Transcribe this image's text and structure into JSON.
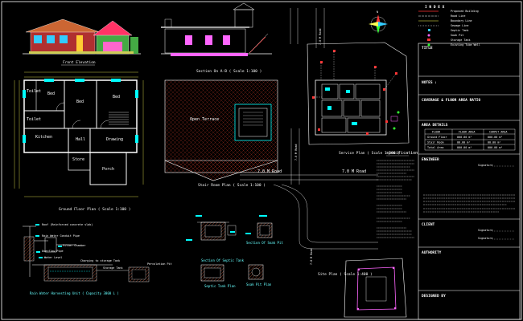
{
  "drawings": {
    "front_elevation": "Front Elevation",
    "section_ab": "Section On A-B ( Scale 1:100 )",
    "ground_floor_plan": "Ground Floor Plan ( Scale 1:100 )",
    "stair_room_plan": "Stair Room Plan ( Scale 1:100 )",
    "service_plan": "Service Plan ( Scale 1:200 )",
    "site_plan": "Site Plan ( Scale 1:400 )",
    "rain_water": "Rain Water Harvesting Unit ( Capacity 3000 L )",
    "septic_tank": "Section Of Septic Tank",
    "septic_tank_plan": "Septic Tank Plan",
    "soak_pit": "Section Of Soak Pit",
    "soak_pit_plan": "Soak Pit Plan",
    "open_terrace": "Open Terrace",
    "road_1": "7.0 M Road",
    "road_2": "7.0 M Road",
    "specification": "specification",
    "index": "I N D E X",
    "legend": [
      "Proposed Building",
      "Road Line",
      "Boundary Line",
      "Sewage Line",
      "Septic Tank",
      "Soak Pit",
      "Storage Tank",
      "Existing Tube Well"
    ],
    "rooms": [
      {
        "id": "bed1",
        "label": "Bed"
      },
      {
        "id": "bed2",
        "label": "Bed"
      },
      {
        "id": "bed3",
        "label": "Bed"
      },
      {
        "id": "kitchen",
        "label": "Kitchen"
      },
      {
        "id": "hall",
        "label": "Hall"
      },
      {
        "id": "drawing",
        "label": "Drawing"
      },
      {
        "id": "porch",
        "label": "Porch"
      },
      {
        "id": "toilet1",
        "label": "Toilet"
      },
      {
        "id": "toilet2",
        "label": "Toilet"
      },
      {
        "id": "store",
        "label": "Store"
      }
    ],
    "rain_labels": [
      "Roof (Reinforced concrete slab)",
      "Rain Water Conduit Pipe",
      "Filter Chamber",
      "Overflow Pipe",
      "Water Level",
      "Charging to storage Tank",
      "Storage Tank",
      "Percolation Pit"
    ]
  },
  "sidebar": {
    "index_title": "I N D E X",
    "title_heading": "TITLE",
    "notes_heading": "NOTES :",
    "coverage_heading": "COVERAGE & FLOOR AREA RATIO",
    "area_details_heading": "AREA DETAILS",
    "area_table": {
      "headers": [
        "FLOOR",
        "FLOOR AREA",
        "CARPET AREA"
      ],
      "rows": [
        [
          "Ground Floor",
          "000.00 m²",
          "000.00 m²"
        ],
        [
          "Stair Room",
          "00.00 m²",
          "00.00 m²"
        ],
        [
          "Total Area",
          "000.00 m²",
          "000.00 m²"
        ]
      ]
    },
    "engineer_heading": "ENGINEER",
    "signature_label": "Signature",
    "client_heading": "CLIENT",
    "authority_heading": "AUTHORITY",
    "designed_by_heading": "DESIGNED BY"
  },
  "colors": {
    "background": "#000000",
    "wall": "#ffffff",
    "dimension": "#ffff55",
    "cyan": "#00ffff",
    "magenta": "#ff66ff",
    "red": "#ff3333",
    "green": "#33ff33",
    "hatch": "#cc5533"
  }
}
